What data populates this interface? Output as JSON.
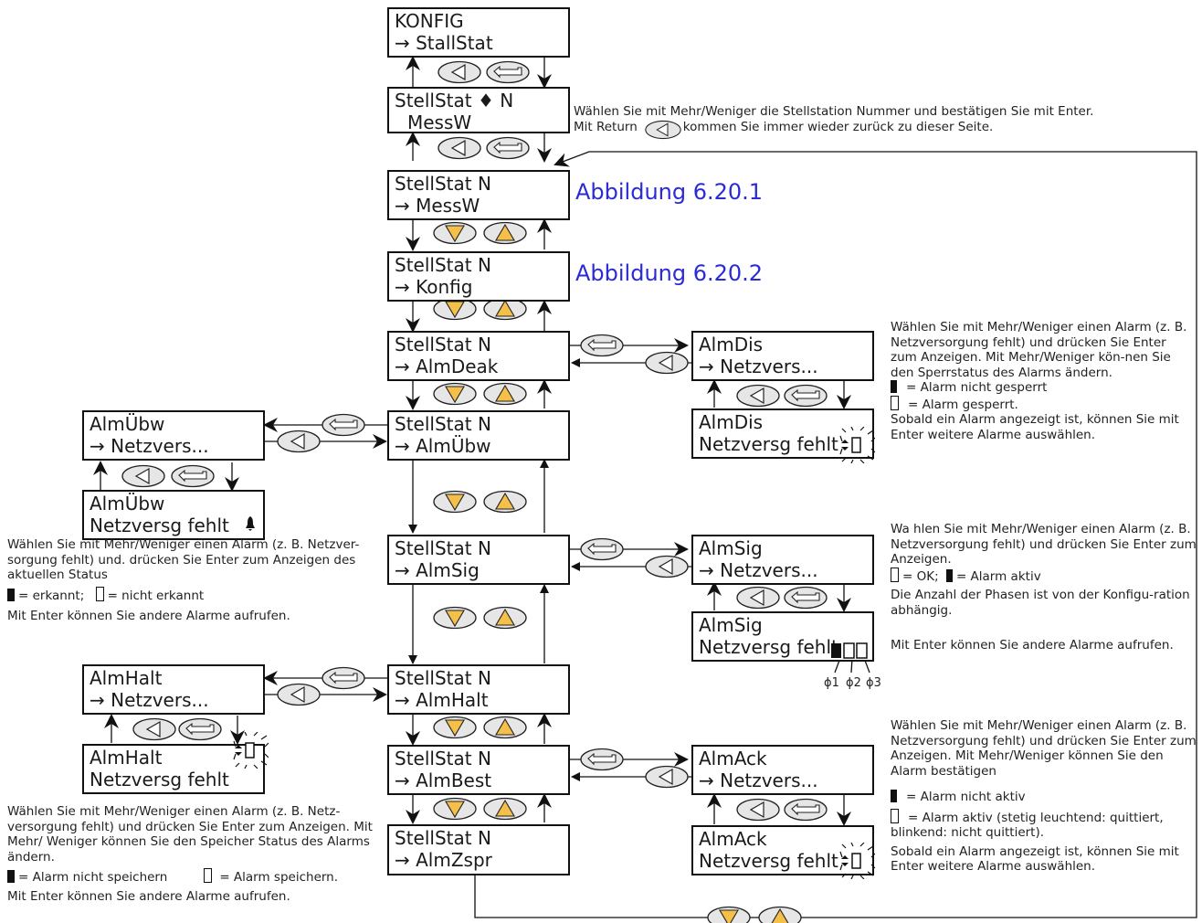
{
  "boxes": [
    {
      "id": "konfig",
      "l1": "KONFIG",
      "l2": "→ StallStat"
    },
    {
      "id": "stellstat-n",
      "l1": "StellStat ♦ N",
      "l2": "MessW"
    },
    {
      "id": "messw",
      "l1": "StellStat N",
      "l2": "→ MessW"
    },
    {
      "id": "konfig2",
      "l1": "StellStat N",
      "l2": "→ Konfig"
    },
    {
      "id": "almdeak",
      "l1": "StellStat N",
      "l2": "→ AlmDeak"
    },
    {
      "id": "almubw",
      "l1": "StellStat N",
      "l2": "→ AlmÜbw"
    },
    {
      "id": "almsig",
      "l1": "StellStat N",
      "l2": "→ AlmSig"
    },
    {
      "id": "almhalt",
      "l1": "StellStat N",
      "l2": "→ AlmHalt"
    },
    {
      "id": "almbest",
      "l1": "StellStat N",
      "l2": "→ AlmBest"
    },
    {
      "id": "almzspr",
      "l1": "StellStat N",
      "l2": "→ AlmZspr"
    },
    {
      "id": "almdis1",
      "l1": "AlmDis",
      "l2": "→ Netzvers..."
    },
    {
      "id": "almdis2",
      "l1": "AlmDis",
      "l2": "Netzversg fehlt"
    },
    {
      "id": "almubw1",
      "l1": "AlmÜbw",
      "l2": "→ Netzvers..."
    },
    {
      "id": "almubw2",
      "l1": "AlmÜbw",
      "l2": "Netzversg fehlt"
    },
    {
      "id": "almsig1",
      "l1": "AlmSig",
      "l2": "→ Netzvers..."
    },
    {
      "id": "almsig2",
      "l1": "AlmSig",
      "l2": "Netzversg fehlt"
    },
    {
      "id": "almhalt1",
      "l1": "AlmHalt",
      "l2": "→ Netzvers..."
    },
    {
      "id": "almhalt2",
      "l1": "AlmHalt",
      "l2": "Netzversg fehlt"
    },
    {
      "id": "almack1",
      "l1": "AlmAck",
      "l2": "→ Netzvers..."
    },
    {
      "id": "almack2",
      "l1": "AlmAck",
      "l2": "Netzversg fehlt"
    }
  ],
  "figures": [
    "Abbildung 6.20.1",
    "Abbildung 6.20.2"
  ],
  "notes": {
    "top1": "Wählen Sie mit Mehr/Weniger die Stellstation Nummer und bestätigen Sie mit Enter.",
    "top2a": "Mit Return",
    "top2b": "kommen Sie immer wieder zurück zu dieser Seite.",
    "dis1": "Wählen Sie mit Mehr/Weniger einen Alarm (z. B. Netzversorgung fehlt) und drücken Sie Enter zum Anzeigen. Mit Mehr/Weniger kön-nen Sie den Sperrstatus des Alarms ändern.",
    "dis2": "= Alarm nicht gesperrt",
    "dis3": "= Alarm gesperrt.",
    "dis4": "Sobald ein Alarm angezeigt ist, können Sie mit Enter weitere Alarme auswählen.",
    "sig1": "Wa hlen Sie mit Mehr/Weniger einen Alarm (z. B. Netzversorgung fehlt) und drücken Sie Enter zum Anzeigen.",
    "sig2a": "= OK;",
    "sig2b": "= Alarm aktiv",
    "sig3": "Die Anzahl der Phasen ist von der Konfigu-ration abhängig.",
    "sig4": "Mit Enter können Sie andere Alarme aufrufen.",
    "ubw1": "Wählen Sie mit Mehr/Weniger einen Alarm (z. B. Netzver-sorgung fehlt) und. drücken Sie Enter zum Anzeigen des aktuellen Status",
    "ubw2a": "= erkannt;",
    "ubw2b": "= nicht erkannt",
    "ubw3": "Mit Enter können Sie andere Alarme aufrufen.",
    "halt1": "Wählen Sie mit Mehr/Weniger einen Alarm (z. B. Netz-versorgung fehlt) und drücken Sie Enter zum Anzeigen. Mit Mehr/ Weniger können Sie den Speicher Status des Alarms ändern.",
    "halt2a": "= Alarm nicht speichern",
    "halt2b": "= Alarm speichern.",
    "halt3": "Mit Enter können Sie andere Alarme aufrufen.",
    "ack1": "Wählen Sie mit Mehr/Weniger einen Alarm (z. B. Netzversorgung fehlt) und drücken Sie Enter zum Anzeigen. Mit Mehr/Weniger können Sie den Alarm bestätigen",
    "ack2": "= Alarm nicht aktiv",
    "ack3": "= Alarm aktiv (stetig leuchtend: quittiert, blinkend: nicht quittiert).",
    "ack4": "Sobald ein Alarm angezeigt ist, können Sie mit Enter weitere Alarme auswählen."
  },
  "phases": [
    "ϕ1",
    "ϕ2",
    "ϕ3"
  ],
  "colors": {
    "accent": "#2b2bd6",
    "button_yellow": "#f5c04a",
    "button_gray": "#e6e6e6"
  }
}
